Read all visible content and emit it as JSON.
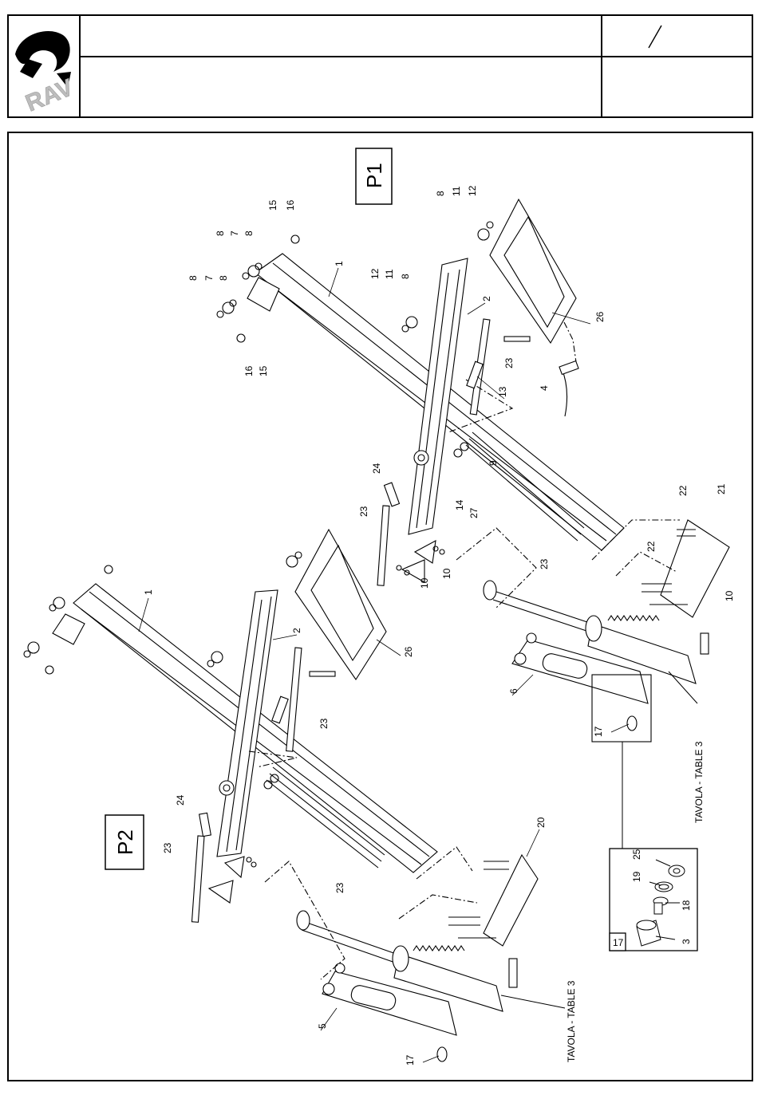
{
  "header": {
    "logo_text": "RAV",
    "page_separator": "/",
    "title_line_1": "",
    "title_line_2": ""
  },
  "views": {
    "p1": "P1",
    "p2": "P2"
  },
  "references": {
    "table_ref": "TAVOLA - TABLE 3"
  },
  "detail_box": {
    "label": "17",
    "parts": [
      "25",
      "19",
      "18",
      "3"
    ]
  },
  "callouts_p1": [
    "1",
    "2",
    "4",
    "6",
    "7",
    "8",
    "9",
    "10",
    "11",
    "12",
    "13",
    "14",
    "15",
    "16",
    "17",
    "21",
    "22",
    "23",
    "24",
    "26",
    "27"
  ],
  "callouts_p2": [
    "1",
    "2",
    "5",
    "17",
    "20",
    "23",
    "24",
    "26"
  ]
}
